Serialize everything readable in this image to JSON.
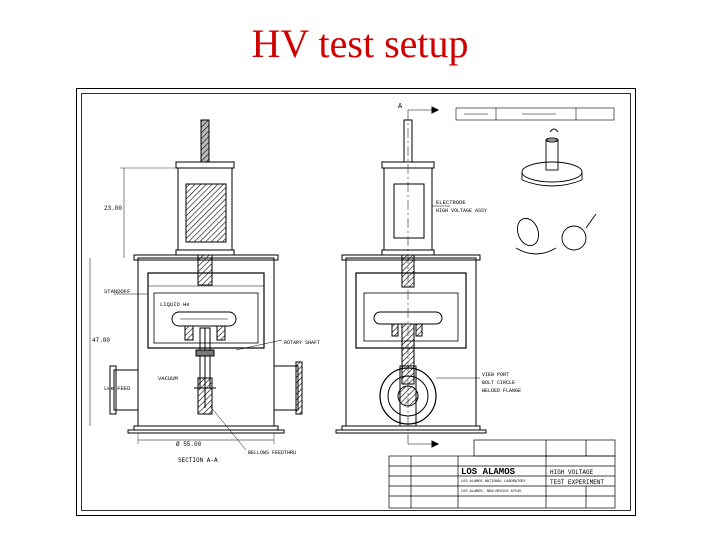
{
  "slide": {
    "title": "HV test setup"
  },
  "drawing": {
    "left_view": {
      "dims": {
        "height": "23.00",
        "height2": "47.00",
        "width": "Ø 55.00"
      },
      "labels": {
        "standoff": "STANDOFF",
        "liquid": "LIQUID He",
        "vacuum": "VACUUM",
        "feed": "LHe FEED",
        "rotary": "ROTARY SHAFT",
        "section": "SECTION A-A",
        "bellows": "BELLOWS FEEDTHRU"
      }
    },
    "right_view": {
      "labels": {
        "electrode_top": "ELECTRODE",
        "electrode_sub": "HIGH VOLTAGE ASSY",
        "port": "VIEW PORT",
        "port_sub1": "BOLT CIRCLE",
        "port_sub2": "WELDED FLANGE"
      },
      "section_marker": "A"
    },
    "title_block": {
      "org": "LOS ALAMOS",
      "org_sub1": "LOS ALAMOS NATIONAL LABORATORY",
      "org_sub2": "LOS ALAMOS, NEW MEXICO 87545",
      "title1": "HIGH VOLTAGE",
      "title2": "TEST EXPERIMENT"
    }
  }
}
